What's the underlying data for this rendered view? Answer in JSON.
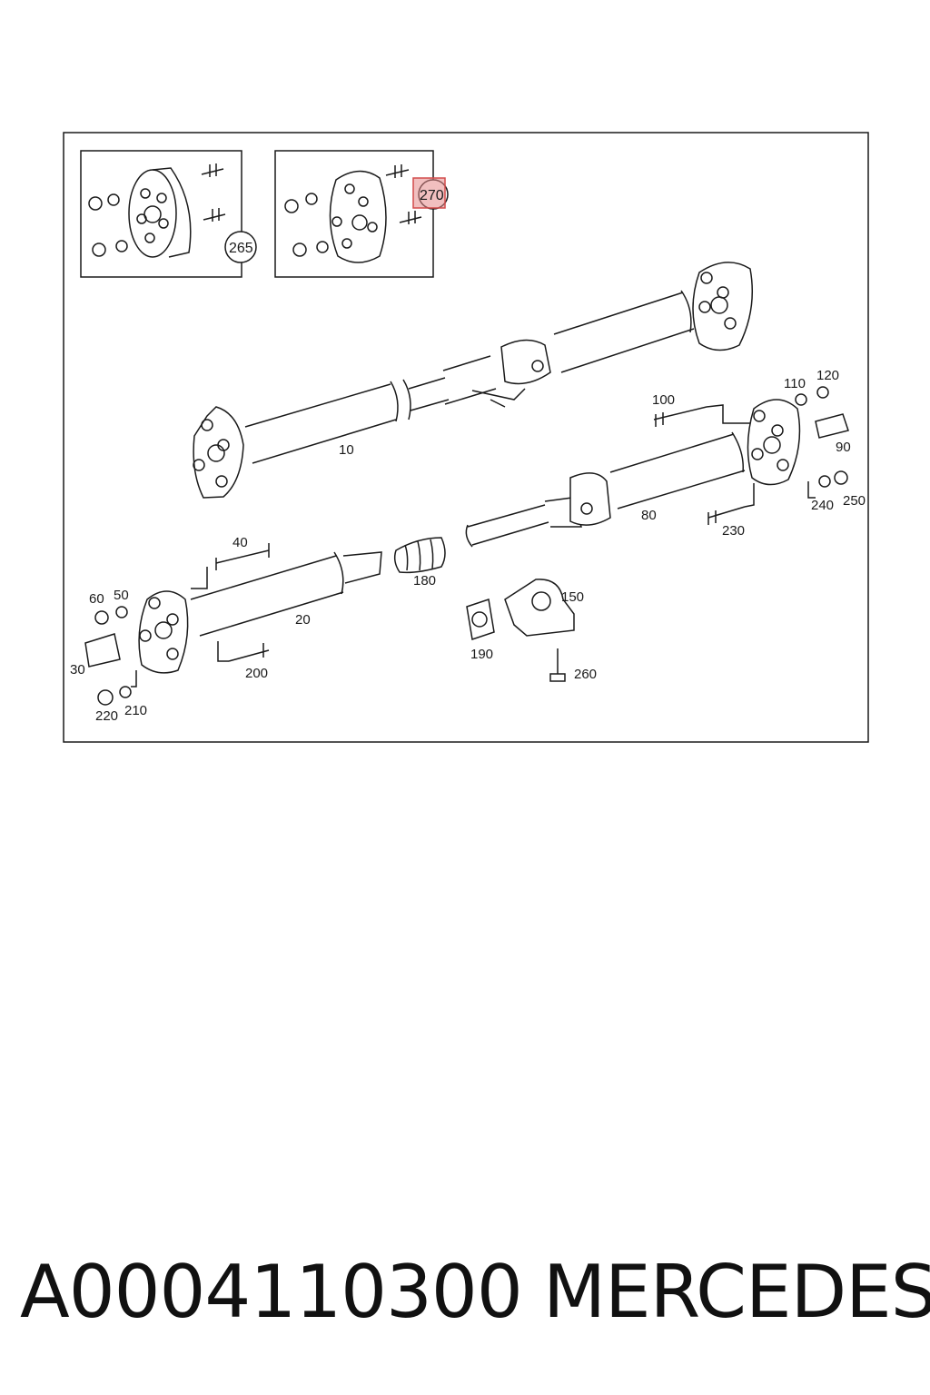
{
  "diagram": {
    "callouts": [
      {
        "id": "265",
        "label": "265",
        "highlight": false
      },
      {
        "id": "270",
        "label": "270",
        "highlight": true
      }
    ],
    "labels": [
      "10",
      "20",
      "30",
      "40",
      "50",
      "60",
      "80",
      "90",
      "100",
      "110",
      "120",
      "150",
      "180",
      "190",
      "200",
      "210",
      "220",
      "230",
      "240",
      "250",
      "260"
    ],
    "highlight_color": "#e58a8a"
  },
  "footer": {
    "part_number": "A0004110300",
    "brand": "MERCEDES"
  }
}
